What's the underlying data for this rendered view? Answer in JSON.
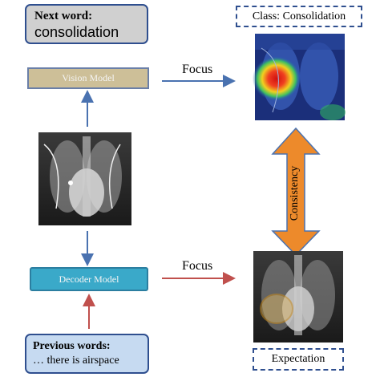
{
  "next_word": {
    "label": "Next word:",
    "value": "consolidation"
  },
  "vision_model": {
    "label": "Vision Model"
  },
  "decoder_model": {
    "label": "Decoder Model"
  },
  "previous_words": {
    "label": "Previous words:",
    "value": "… there is airspace"
  },
  "class_label": "Class: Consolidation",
  "expectation_label": "Expectation",
  "focus_top": "Focus",
  "focus_bottom": "Focus",
  "consistency_label": "Consistency",
  "colors": {
    "vision_box": "#cdbf98",
    "decoder_box": "#3aa9c9",
    "next_word_box": "#d0d0d0",
    "previous_words_box": "#c6daf1",
    "blue_arrow": "#4a72b0",
    "red_arrow": "#c0504d",
    "consistency_arrow": "#ed8a2b"
  }
}
